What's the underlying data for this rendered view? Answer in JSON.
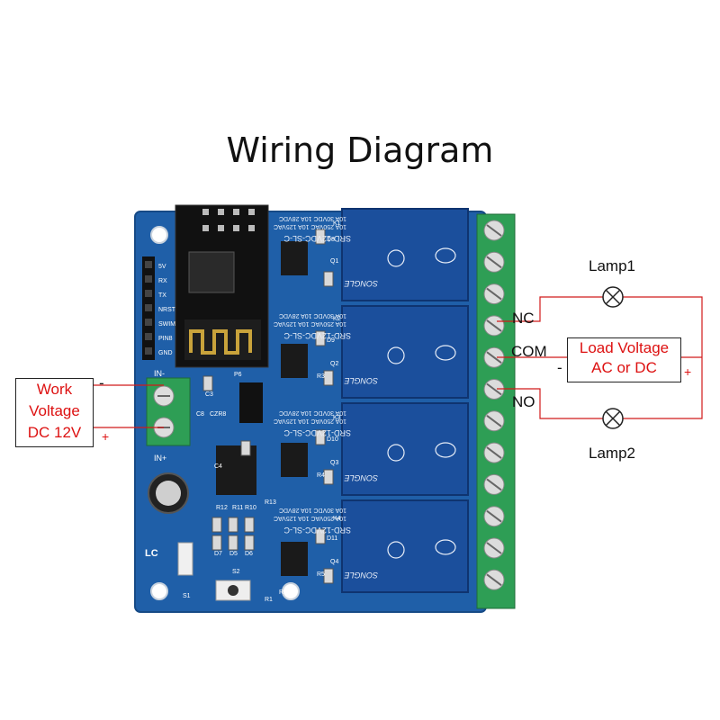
{
  "title": "Wiring Diagram",
  "work_voltage": {
    "line1": "Work",
    "line2": "Voltage",
    "line3": "DC 12V",
    "minus": "-",
    "plus": "+"
  },
  "load_voltage": {
    "line1": "Load Voltage",
    "line2": "AC or DC",
    "minus": "-",
    "plus": "+"
  },
  "terminals": {
    "nc": "NC",
    "com": "COM",
    "no": "NO"
  },
  "lamps": {
    "lamp1": "Lamp1",
    "lamp2": "Lamp2"
  },
  "relay": {
    "model": "SRD-12VDC-SL-C",
    "rating1": "10A 250VAC 10A 125VAC",
    "rating2": "10A 30VDC 10A 28VDC",
    "brand": "SONGLE"
  },
  "board": {
    "header_pins": [
      "5V",
      "RX",
      "TX",
      "NRST",
      "SWIM",
      "PIN8",
      "GND"
    ],
    "in_minus": "IN-",
    "in_plus": "IN+",
    "silkscreen": [
      "K1",
      "K2",
      "K3",
      "K4",
      "D8",
      "D9",
      "D10",
      "D11",
      "Q1",
      "Q2",
      "Q3",
      "Q4",
      "R3",
      "R4",
      "R5",
      "C3",
      "C4",
      "C8",
      "CZR8",
      "P6",
      "D5",
      "D6",
      "D7",
      "R10",
      "R11",
      "R12",
      "R13",
      "R1",
      "R2",
      "S1",
      "S2",
      "LC"
    ]
  },
  "colors": {
    "pcb": "#1f5fa8",
    "relay": "#1b4f9c",
    "terminal": "#2e9e55",
    "wire": "#d11a1a"
  }
}
